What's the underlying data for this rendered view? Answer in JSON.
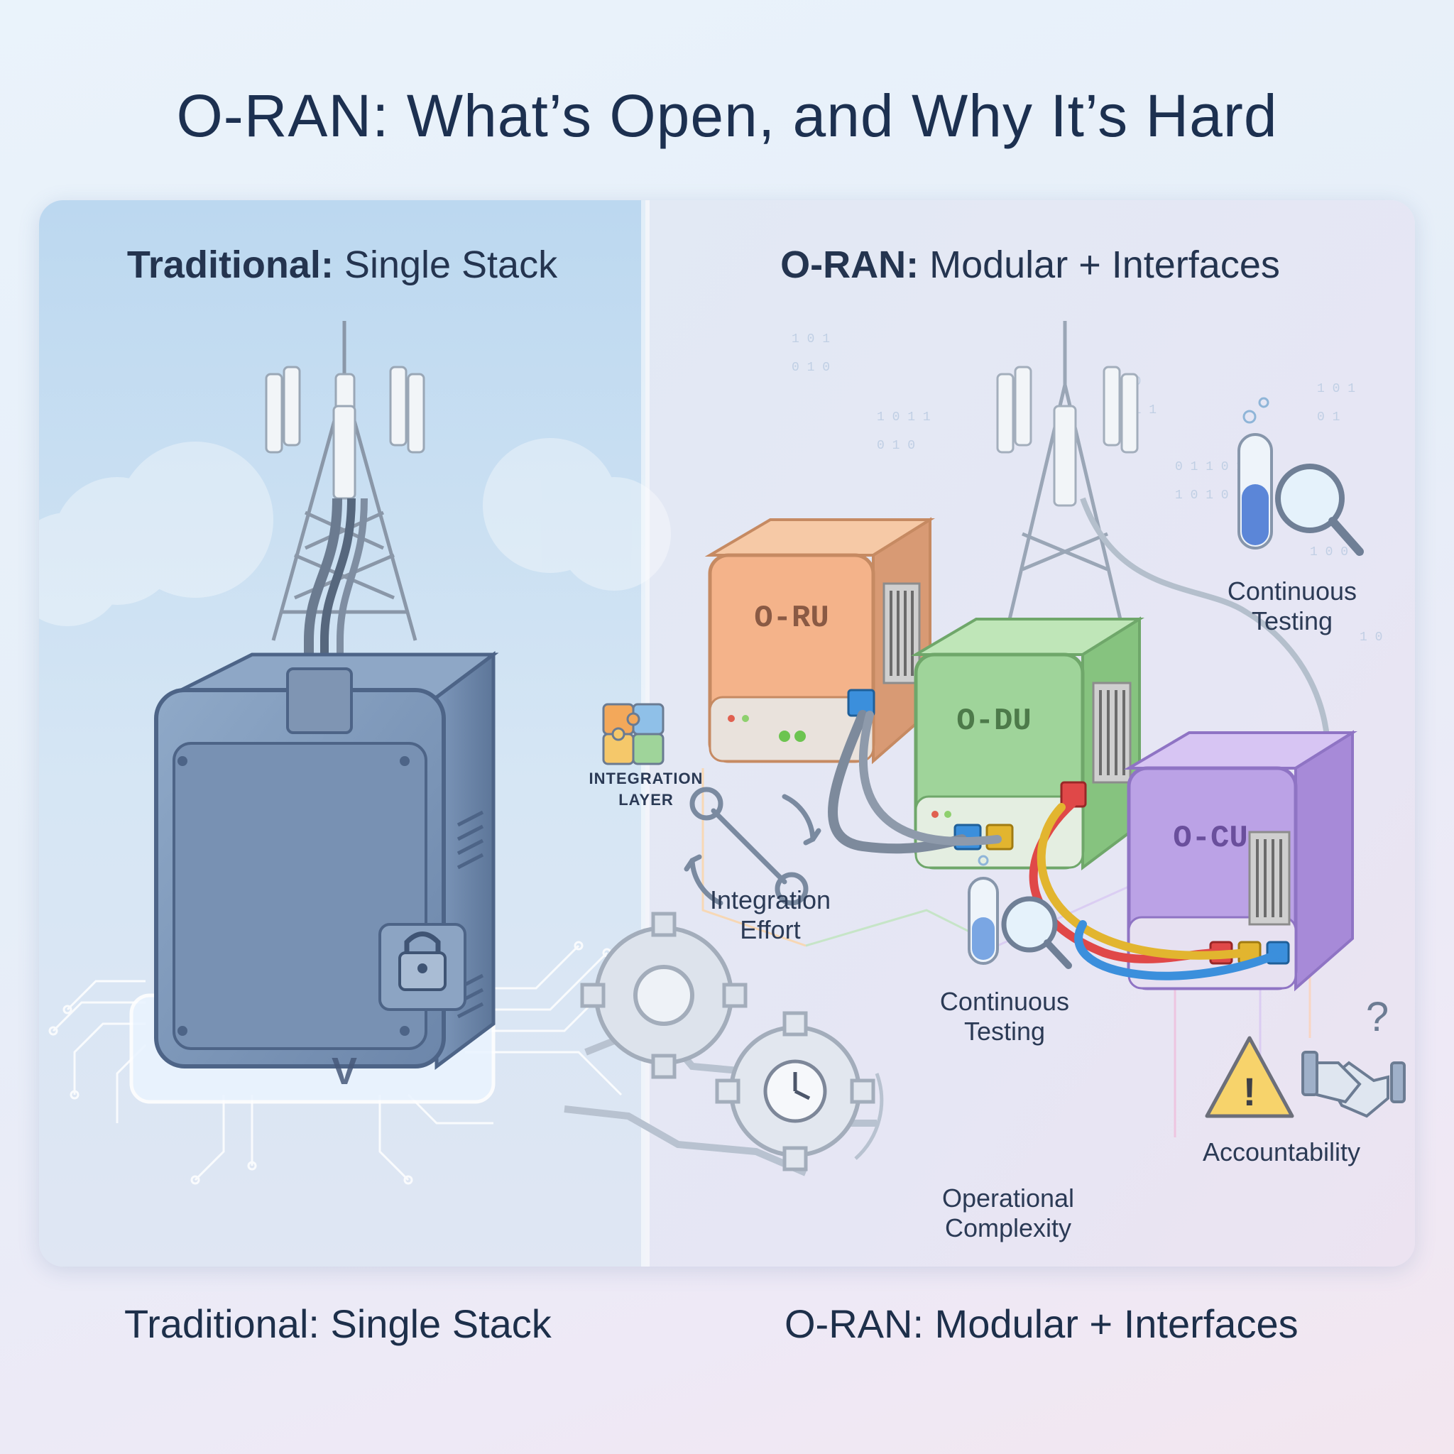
{
  "title": "O-RAN: What’s Open, and Why It’s Hard",
  "left_panel": {
    "header_bold": "Traditional:",
    "header_rest": " Single Stack",
    "caption": "Traditional: Single Stack",
    "logo_mark": "V",
    "icons": [
      "cell-tower-icon",
      "monolithic-box-icon",
      "padlock-icon",
      "circuit-board-icon"
    ]
  },
  "right_panel": {
    "header_bold": "O-RAN:",
    "header_rest": " Modular + Interfaces",
    "caption": "O-RAN: Modular + Interfaces",
    "modules": [
      {
        "label": "O-RU",
        "color": "#f4b38a"
      },
      {
        "label": "O-DU",
        "color": "#9fd49a"
      },
      {
        "label": "O-CU",
        "color": "#bba2e6"
      }
    ],
    "labels": {
      "integration_layer_line1": "INTEGRATION",
      "integration_layer_line2": "LAYER",
      "integration_effort_line1": "Integration",
      "integration_effort_line2": "Effort",
      "testing_top_line1": "Continuous",
      "testing_top_line2": "Testing",
      "testing_mid_line1": "Continuous",
      "testing_mid_line2": "Testing",
      "operational_line1": "Operational",
      "operational_line2": "Complexity",
      "accountability": "Accountability",
      "question_mark": "?",
      "warning_mark": "!"
    },
    "icons": [
      "cell-tower-icon",
      "puzzle-icon",
      "wrench-cycle-icon",
      "test-tube-magnifier-icon",
      "gears-clock-icon",
      "warning-icon",
      "handshake-icon"
    ]
  }
}
